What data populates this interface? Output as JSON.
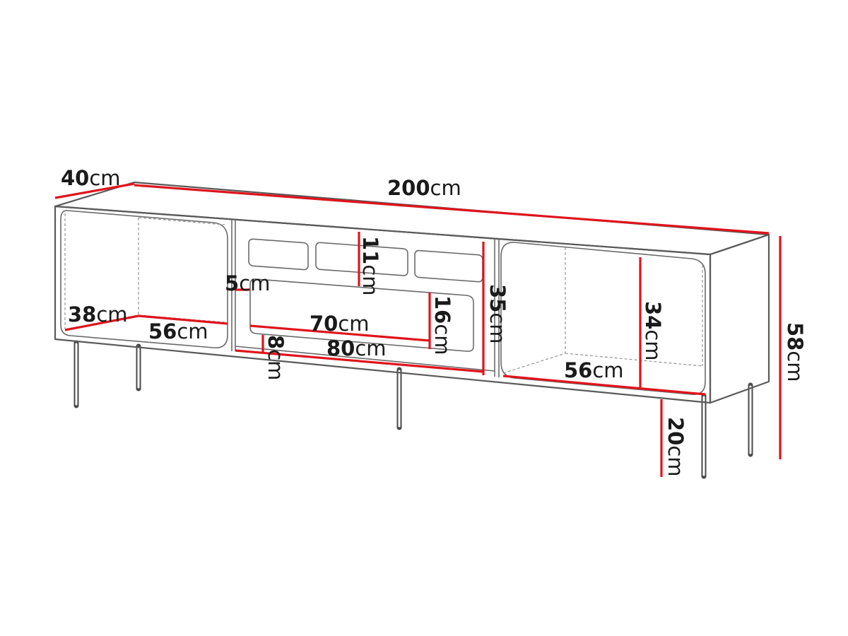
{
  "diagram": {
    "dimensions": [
      {
        "id": "depth",
        "value": "40",
        "unit": "cm"
      },
      {
        "id": "width",
        "value": "200",
        "unit": "cm"
      },
      {
        "id": "total-height",
        "value": "58",
        "unit": "cm"
      },
      {
        "id": "leg-height",
        "value": "20",
        "unit": "cm"
      },
      {
        "id": "body-height",
        "value": "35",
        "unit": "cm"
      },
      {
        "id": "left-compartment-width",
        "value": "56",
        "unit": "cm"
      },
      {
        "id": "left-compartment-depth",
        "value": "38",
        "unit": "cm"
      },
      {
        "id": "right-compartment-width",
        "value": "56",
        "unit": "cm"
      },
      {
        "id": "right-compartment-height",
        "value": "34",
        "unit": "cm"
      },
      {
        "id": "drawer-front-height",
        "value": "11",
        "unit": "cm"
      },
      {
        "id": "drawer-gap",
        "value": "5",
        "unit": "cm"
      },
      {
        "id": "drawer-inner-width",
        "value": "70",
        "unit": "cm"
      },
      {
        "id": "drawer-inner-height",
        "value": "16",
        "unit": "cm"
      },
      {
        "id": "center-compartment-width",
        "value": "80",
        "unit": "cm"
      },
      {
        "id": "bottom-rail-height",
        "value": "8",
        "unit": "cm"
      }
    ],
    "colors": {
      "dimension_line": "#e0141b",
      "outline": "#5a5a5a",
      "label": "#1a1a1a"
    }
  }
}
